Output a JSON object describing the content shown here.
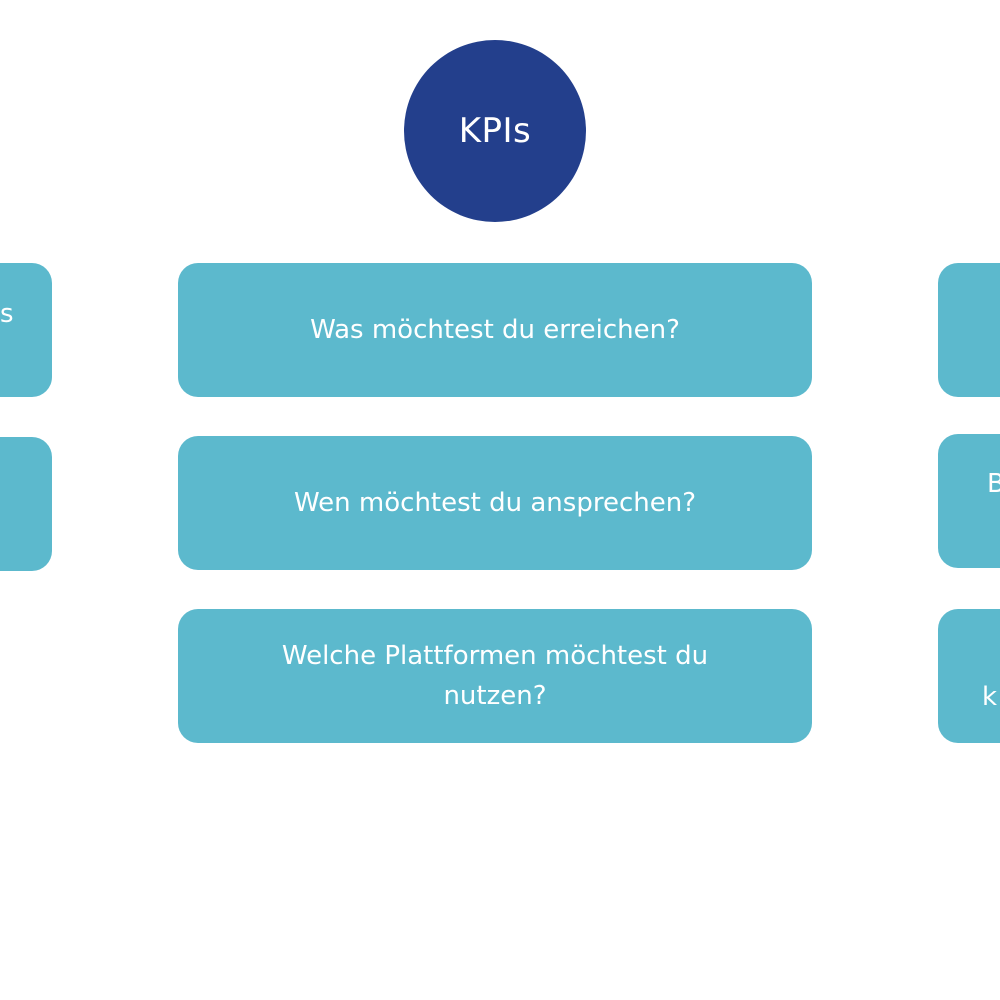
{
  "diagram": {
    "center_node": {
      "label": "KPIs"
    },
    "center_boxes": [
      {
        "label": "Was möchtest du erreichen?"
      },
      {
        "label": "Wen möchtest du ansprechen?"
      },
      {
        "label": "Welche Plattformen möchtest du nutzen?"
      }
    ],
    "left_boxes": [
      {
        "visible_text": "s"
      },
      {
        "visible_text": ""
      }
    ],
    "right_boxes": [
      {
        "visible_text": ""
      },
      {
        "visible_text": "B"
      },
      {
        "visible_text": "k"
      }
    ]
  },
  "colors": {
    "circle": "#233f8c",
    "box": "#5cb9cd",
    "text": "#ffffff",
    "background": "#ffffff"
  }
}
